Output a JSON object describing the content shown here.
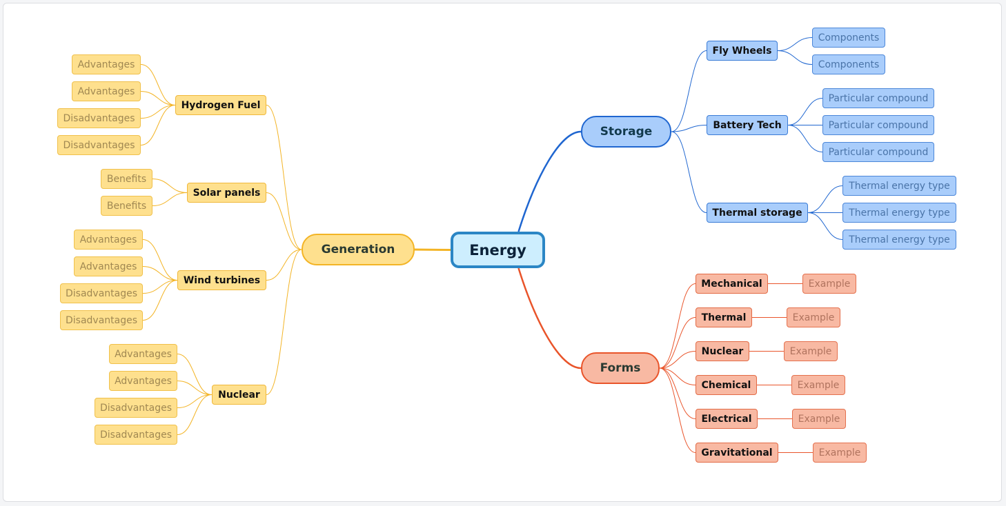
{
  "colors": {
    "storage_line": "#1f66d0",
    "generation_line": "#f3b425",
    "forms_line": "#e9542a"
  },
  "root": {
    "label": "Energy"
  },
  "storage": {
    "label": "Storage",
    "items": [
      {
        "label": "Fly Wheels",
        "leaves": [
          "Components",
          "Components"
        ]
      },
      {
        "label": "Battery Tech",
        "leaves": [
          "Particular compound",
          "Particular compound",
          "Particular compound"
        ]
      },
      {
        "label": "Thermal storage",
        "leaves": [
          "Thermal energy type",
          "Thermal energy type",
          "Thermal energy type"
        ]
      }
    ]
  },
  "generation": {
    "label": "Generation",
    "items": [
      {
        "label": "Hydrogen Fuel",
        "leaves": [
          "Advantages",
          "Advantages",
          "Disadvantages",
          "Disadvantages"
        ]
      },
      {
        "label": "Solar panels",
        "leaves": [
          "Benefits",
          "Benefits"
        ]
      },
      {
        "label": "Wind turbines",
        "leaves": [
          "Advantages",
          "Advantages",
          "Disadvantages",
          "Disadvantages"
        ]
      },
      {
        "label": "Nuclear",
        "leaves": [
          "Advantages",
          "Advantages",
          "Disadvantages",
          "Disadvantages"
        ]
      }
    ]
  },
  "forms": {
    "label": "Forms",
    "items": [
      {
        "label": "Mechanical",
        "leaves": [
          "Example"
        ]
      },
      {
        "label": "Thermal",
        "leaves": [
          "Example"
        ]
      },
      {
        "label": "Nuclear",
        "leaves": [
          "Example"
        ]
      },
      {
        "label": "Chemical",
        "leaves": [
          "Example"
        ]
      },
      {
        "label": "Electrical",
        "leaves": [
          "Example"
        ]
      },
      {
        "label": "Gravitational",
        "leaves": [
          "Example"
        ]
      }
    ]
  }
}
